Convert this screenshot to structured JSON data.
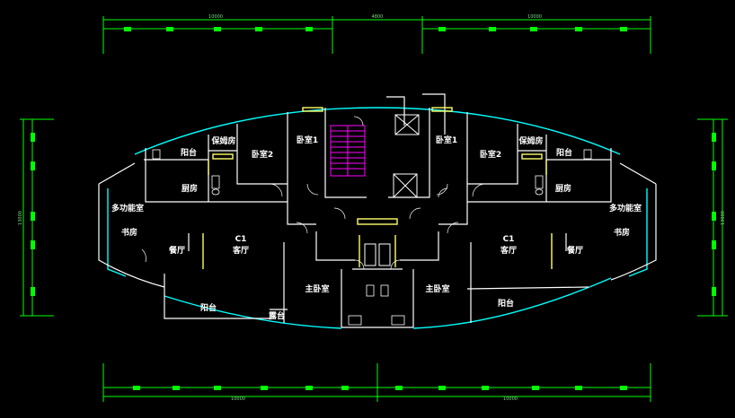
{
  "colors": {
    "background": "#000000",
    "wall": "#ffffff",
    "wall_yellow": "#ffff66",
    "window": "#00ffff",
    "dimension": "#00ff00",
    "stair": "#ff00ff"
  },
  "rooms": {
    "multi_left": "多功能室",
    "multi_right": "多功能室",
    "kitchen_left": "厨房",
    "kitchen_right": "厨房",
    "balcony_tl": "阳台",
    "balcony_tr": "阳台",
    "nanny_left": "保姆房",
    "nanny_right": "保姆房",
    "bed2_left": "卧室2",
    "bed2_right": "卧室2",
    "bed1_left": "卧室1",
    "bed1_right": "卧室1",
    "study_left": "书房",
    "study_right": "书房",
    "dining_left": "餐厅",
    "dining_right": "餐厅",
    "living_left": "客厅",
    "living_right": "客厅",
    "unit_left": "C1",
    "unit_right": "C1",
    "master_left": "主卧室",
    "master_right": "主卧室",
    "balcony_bl": "阳台",
    "balcony_br": "阳台",
    "veranda": "露台"
  },
  "dimensions": {
    "top_1": "10000",
    "top_2": "4800",
    "top_3": "10000",
    "bottom_1": "10000",
    "bottom_2": "10000",
    "left": "13000",
    "right": "13000"
  }
}
